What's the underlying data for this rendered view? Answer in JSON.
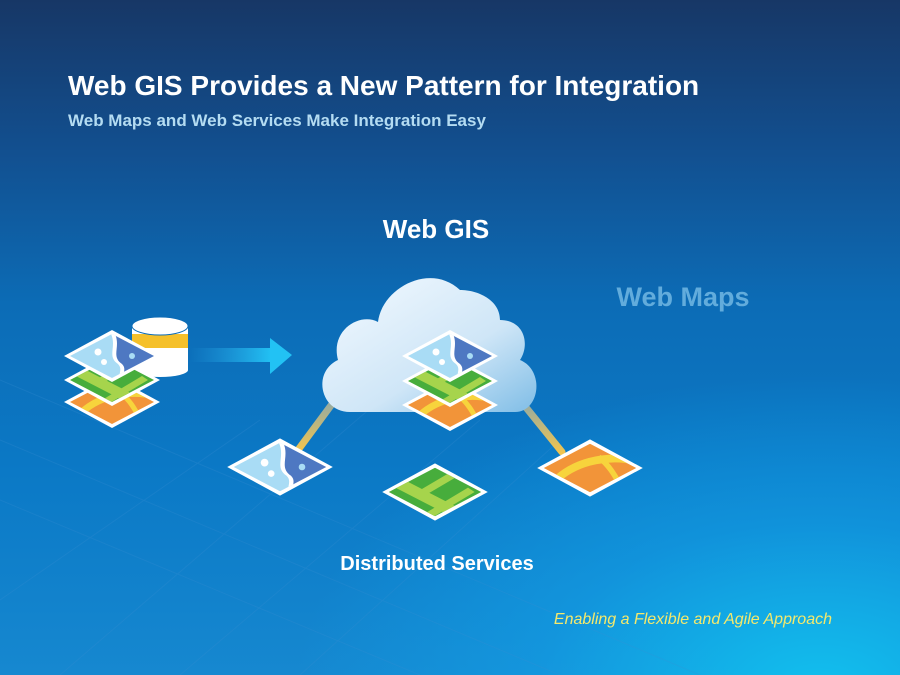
{
  "slide": {
    "title": "Web GIS Provides a New Pattern for Integration",
    "subtitle": "Web Maps and Web Services Make Integration Easy",
    "footer": "Enabling a Flexible and Agile Approach"
  },
  "diagram": {
    "center_label": "Web GIS",
    "web_maps_label": "Web Maps",
    "services_label": "Distributed Services"
  },
  "colors": {
    "water_light": "#a9dcf5",
    "water_dark": "#4e78c2",
    "green": "#47ad3c",
    "green_light": "#a6d44c",
    "orange": "#f29439",
    "yellow": "#f7d43c",
    "connector": "#e8c060",
    "footer": "#f4e96c"
  }
}
